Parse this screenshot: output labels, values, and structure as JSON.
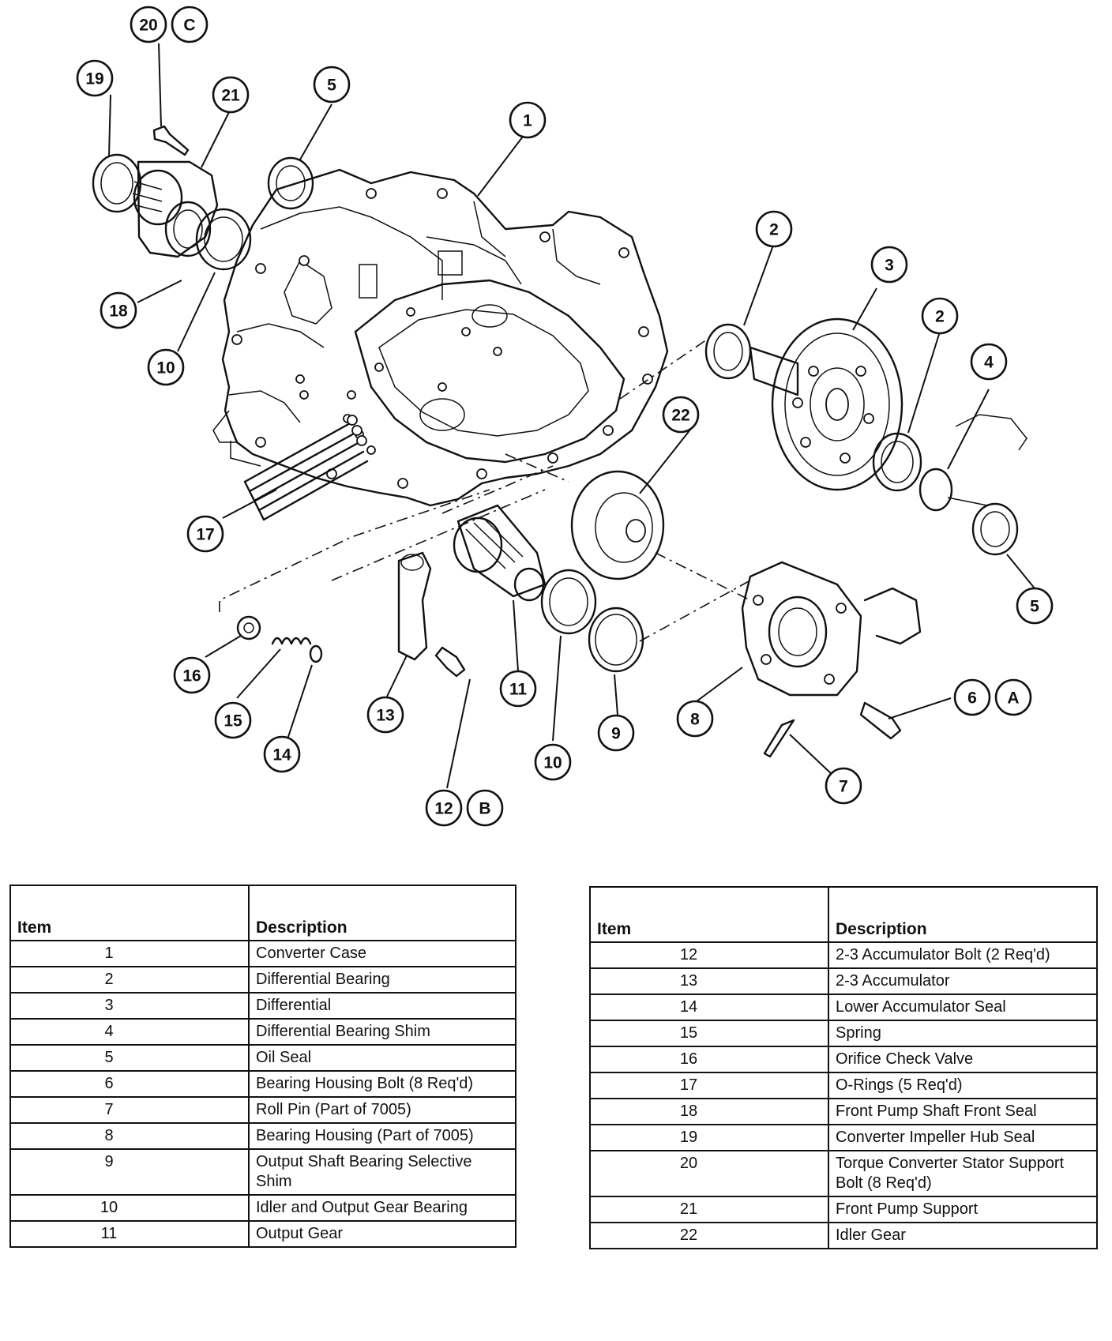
{
  "callouts": {
    "c1": "1",
    "c2a": "2",
    "c2b": "2",
    "c3": "3",
    "c4": "4",
    "c5a": "5",
    "c5b": "5",
    "c6": "6",
    "c6A": "A",
    "c7": "7",
    "c8": "8",
    "c9": "9",
    "c10a": "10",
    "c10b": "10",
    "c11": "11",
    "c12": "12",
    "c12B": "B",
    "c13": "13",
    "c14": "14",
    "c15": "15",
    "c16": "16",
    "c17": "17",
    "c18": "18",
    "c19": "19",
    "c20": "20",
    "c20C": "C",
    "c21": "21",
    "c22": "22"
  },
  "table_left": {
    "header_item": "Item",
    "header_desc": "Description",
    "rows": [
      {
        "item": "1",
        "desc": "Converter Case"
      },
      {
        "item": "2",
        "desc": "Differential Bearing"
      },
      {
        "item": "3",
        "desc": "Differential"
      },
      {
        "item": "4",
        "desc": "Differential Bearing Shim"
      },
      {
        "item": "5",
        "desc": "Oil Seal"
      },
      {
        "item": "6",
        "desc": "Bearing Housing Bolt (8 Req'd)"
      },
      {
        "item": "7",
        "desc": "Roll Pin (Part of 7005)"
      },
      {
        "item": "8",
        "desc": "Bearing Housing (Part of 7005)"
      },
      {
        "item": "9",
        "desc": "Output Shaft Bearing Selective Shim"
      },
      {
        "item": "10",
        "desc": "Idler and Output Gear Bearing"
      },
      {
        "item": "11",
        "desc": "Output Gear"
      }
    ]
  },
  "table_right": {
    "header_item": "Item",
    "header_desc": "Description",
    "rows": [
      {
        "item": "12",
        "desc": "2-3 Accumulator Bolt (2 Req'd)"
      },
      {
        "item": "13",
        "desc": "2-3 Accumulator"
      },
      {
        "item": "14",
        "desc": "Lower Accumulator Seal"
      },
      {
        "item": "15",
        "desc": "Spring"
      },
      {
        "item": "16",
        "desc": "Orifice Check Valve"
      },
      {
        "item": "17",
        "desc": "O-Rings (5 Req'd)"
      },
      {
        "item": "18",
        "desc": "Front Pump Shaft Front Seal"
      },
      {
        "item": "19",
        "desc": "Converter Impeller Hub Seal"
      },
      {
        "item": "20",
        "desc": "Torque Converter Stator Support Bolt (8 Req'd)"
      },
      {
        "item": "21",
        "desc": "Front Pump Support"
      },
      {
        "item": "22",
        "desc": "Idler Gear"
      }
    ]
  }
}
